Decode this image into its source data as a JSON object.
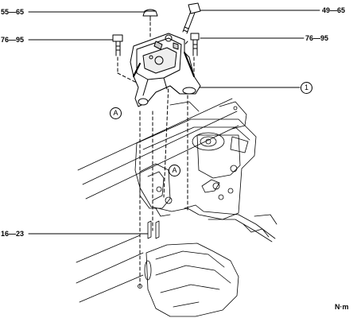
{
  "torque_labels": {
    "top_left": "55—65",
    "top_right": "49—65",
    "mid_left": "76—95",
    "mid_right": "76—95",
    "bottom_left": "16—23"
  },
  "callouts": {
    "part_number": "1",
    "ref_a_upper": "A",
    "ref_a_lower": "A"
  },
  "unit_label": "N·m"
}
